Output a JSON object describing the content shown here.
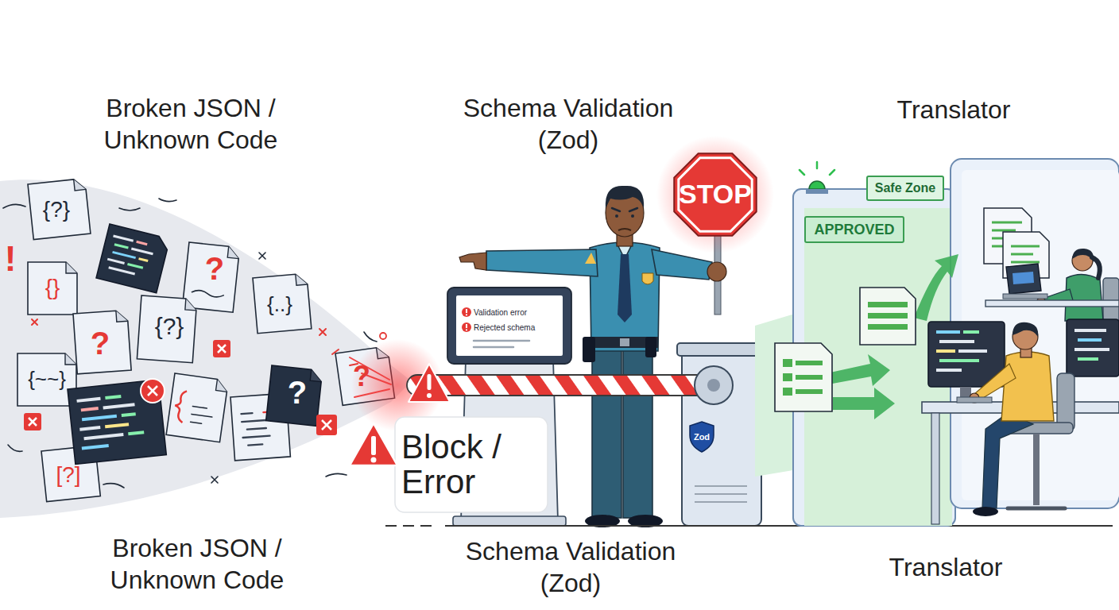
{
  "diagram": {
    "nodes": [
      {
        "text": [
          "STOP"
        ]
      },
      {
        "text": [
          "Validation error",
          "Rejected schema"
        ]
      },
      {
        "text": [
          "Block / Error"
        ]
      },
      {
        "text": [
          "Zod"
        ]
      },
      {
        "text": [
          "Safe Zone"
        ]
      },
      {
        "text": [
          "APPROVED"
        ]
      }
    ],
    "labels": [
      "Broken JSON / Unknown Code",
      "Schema Validation (Zod)",
      "Translator",
      "!",
      "{?}",
      "{}",
      "{?}",
      "?",
      "?",
      "{..}",
      "{~~}",
      "?",
      "?",
      "[?]",
      "Broken JSON / Unknown Code",
      "Schema Validation (Zod)",
      "Translator"
    ]
  }
}
